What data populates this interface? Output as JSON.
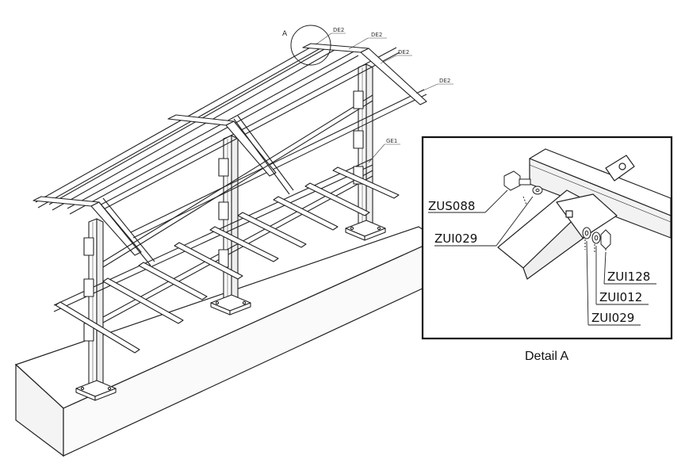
{
  "main_view": {
    "detail_marker": "A",
    "callouts": [
      "DE2",
      "DE2",
      "DE2",
      "DE2",
      "GE1"
    ]
  },
  "detail_view": {
    "caption": "Detail A",
    "parts": [
      "ZUS088",
      "ZUI029",
      "ZUI128",
      "ZUI012",
      "ZUI029"
    ]
  }
}
